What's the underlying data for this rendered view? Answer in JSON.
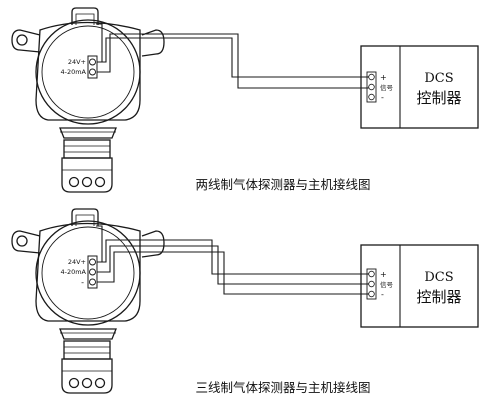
{
  "diagrams": [
    {
      "caption": "两线制气体探测器与主机接线图",
      "detector_terminals": [
        "24V+",
        "4-20mA"
      ],
      "dcs_terminals": [
        "+",
        "信号",
        "-"
      ],
      "dcs_title_line1": "DCS",
      "dcs_title_line2": "控制器"
    },
    {
      "caption": "三线制气体探测器与主机接线图",
      "detector_terminals": [
        "24V+",
        "4-20mA",
        "-"
      ],
      "dcs_terminals": [
        "+",
        "信号",
        "-"
      ],
      "dcs_title_line1": "DCS",
      "dcs_title_line2": "控制器"
    }
  ],
  "colors": {
    "ink": "#1a1a1a",
    "background": "#ffffff"
  }
}
